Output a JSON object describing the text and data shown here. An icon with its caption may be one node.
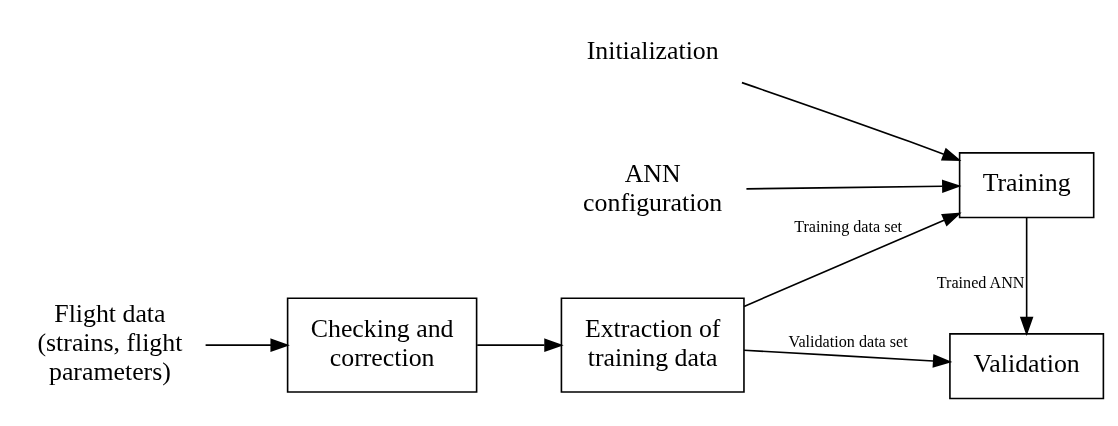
{
  "diagram": {
    "nodes": [
      {
        "text": [
          "Flight data (strains, flight parameters)"
        ]
      },
      {
        "text": [
          "Checking and correction"
        ]
      },
      {
        "text": [
          "Extraction of training data"
        ]
      },
      {
        "text": [
          "ANN configuration"
        ]
      },
      {
        "text": [
          "Initialization"
        ]
      },
      {
        "text": [
          "Training"
        ]
      },
      {
        "text": [
          "Validation"
        ]
      }
    ],
    "edges": [
      {
        "from": 0,
        "to": 1,
        "arrow": "to"
      },
      {
        "from": 1,
        "to": 2,
        "arrow": "to"
      },
      {
        "from": 2,
        "to": 5,
        "arrow": "to",
        "label": "Training data set"
      },
      {
        "from": 3,
        "to": 5,
        "arrow": "to"
      },
      {
        "from": 4,
        "to": 5,
        "arrow": "to"
      },
      {
        "from": 5,
        "to": 6,
        "arrow": "to",
        "label": "Trained ANN"
      },
      {
        "from": 2,
        "to": 6,
        "arrow": "to",
        "label": "Validation data set"
      }
    ]
  }
}
